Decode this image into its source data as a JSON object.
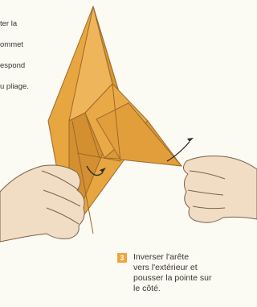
{
  "caption_left": {
    "lines": [
      "ter la",
      "ommet",
      "espond",
      "u pliage."
    ]
  },
  "step": {
    "number": "3",
    "lines": [
      "Inverser l'arête",
      "vers l'extérieur et",
      "pousser la pointe sur",
      "le côté."
    ]
  },
  "colors": {
    "paper": "#e7a640",
    "paper_shade": "#cf8a2c",
    "skin": "#f1dcc4",
    "accent": "#f2a33a"
  }
}
